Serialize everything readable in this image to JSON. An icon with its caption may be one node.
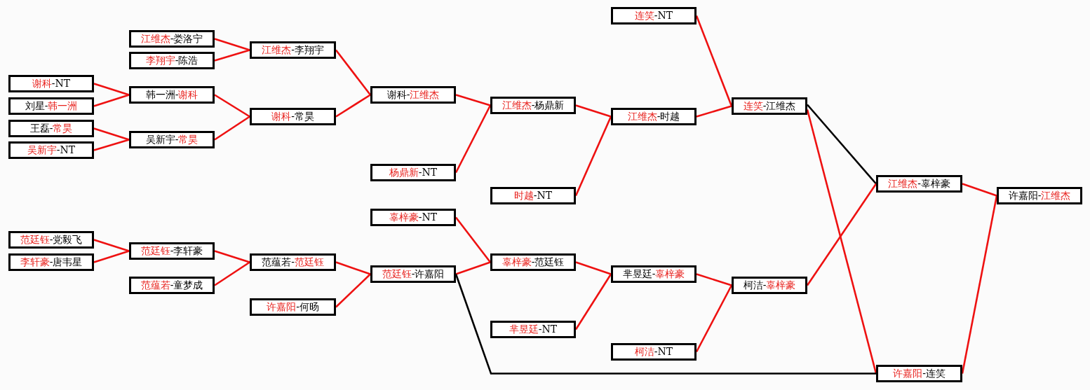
{
  "diagram": {
    "nodes": [
      {
        "text": [
          "**谢科**-NT"
        ]
      },
      {
        "text": [
          "刘星-**韩一洲**"
        ]
      },
      {
        "text": [
          "王磊-**常昊**"
        ]
      },
      {
        "text": [
          "**吴新宇**-NT"
        ]
      },
      {
        "text": [
          "**范廷钰**-党毅飞"
        ]
      },
      {
        "text": [
          "**李轩豪**-唐韦星"
        ]
      },
      {
        "text": [
          "**江维杰**-娄洛宁"
        ]
      },
      {
        "text": [
          "**李翔宇**-陈浩"
        ]
      },
      {
        "text": [
          "韩一洲-**谢科**"
        ]
      },
      {
        "text": [
          "吴新宇-**常昊**"
        ]
      },
      {
        "text": [
          "**范廷钰**-李轩豪"
        ]
      },
      {
        "text": [
          "**范蕴若**-童梦成"
        ]
      },
      {
        "text": [
          "**江维杰**-李翔宇"
        ]
      },
      {
        "text": [
          "**谢科**-常昊"
        ]
      },
      {
        "text": [
          "范蕴若-**范廷钰**"
        ]
      },
      {
        "text": [
          "**许嘉阳**-何旸"
        ]
      },
      {
        "text": [
          "谢科-**江维杰**"
        ]
      },
      {
        "text": [
          "**杨鼎新**-NT"
        ]
      },
      {
        "text": [
          "**辜梓豪**-NT"
        ]
      },
      {
        "text": [
          "**范廷钰**-许嘉阳"
        ]
      },
      {
        "text": [
          "**江维杰**-杨鼎新"
        ]
      },
      {
        "text": [
          "**时越**-NT"
        ]
      },
      {
        "text": [
          "**辜梓豪**-范廷钰"
        ]
      },
      {
        "text": [
          "**芈昱廷**-NT"
        ]
      },
      {
        "text": [
          "**连笑**-NT"
        ]
      },
      {
        "text": [
          "**江维杰**-时越"
        ]
      },
      {
        "text": [
          "芈昱廷-**辜梓豪**"
        ]
      },
      {
        "text": [
          "**柯洁**-NT"
        ]
      },
      {
        "text": [
          "**连笑**-江维杰"
        ]
      },
      {
        "text": [
          "柯洁-**辜梓豪**"
        ]
      },
      {
        "text": [
          "**江维杰**-辜梓豪"
        ]
      },
      {
        "text": [
          "**许嘉阳**-连笑"
        ]
      },
      {
        "text": [
          "许嘉阳-**江维杰**"
        ]
      }
    ],
    "edges": [
      {
        "from": 0,
        "to": 8,
        "arrow": "none"
      },
      {
        "from": 1,
        "to": 8,
        "arrow": "none"
      },
      {
        "from": 2,
        "to": 9,
        "arrow": "none"
      },
      {
        "from": 3,
        "to": 9,
        "arrow": "none"
      },
      {
        "from": 4,
        "to": 10,
        "arrow": "none"
      },
      {
        "from": 5,
        "to": 10,
        "arrow": "none"
      },
      {
        "from": 6,
        "to": 12,
        "arrow": "none"
      },
      {
        "from": 7,
        "to": 12,
        "arrow": "none"
      },
      {
        "from": 8,
        "to": 13,
        "arrow": "none"
      },
      {
        "from": 9,
        "to": 13,
        "arrow": "none"
      },
      {
        "from": 10,
        "to": 14,
        "arrow": "none"
      },
      {
        "from": 11,
        "to": 14,
        "arrow": "none"
      },
      {
        "from": 12,
        "to": 16,
        "arrow": "none"
      },
      {
        "from": 13,
        "to": 16,
        "arrow": "none"
      },
      {
        "from": 14,
        "to": 19,
        "arrow": "none"
      },
      {
        "from": 15,
        "to": 19,
        "arrow": "none"
      },
      {
        "from": 16,
        "to": 20,
        "arrow": "none"
      },
      {
        "from": 17,
        "to": 20,
        "arrow": "none"
      },
      {
        "from": 18,
        "to": 22,
        "arrow": "none"
      },
      {
        "from": 19,
        "to": 22,
        "arrow": "none"
      },
      {
        "from": 20,
        "to": 25,
        "arrow": "none"
      },
      {
        "from": 21,
        "to": 25,
        "arrow": "none"
      },
      {
        "from": 22,
        "to": 26,
        "arrow": "none"
      },
      {
        "from": 23,
        "to": 26,
        "arrow": "none"
      },
      {
        "from": 24,
        "to": 28,
        "arrow": "none"
      },
      {
        "from": 25,
        "to": 28,
        "arrow": "none"
      },
      {
        "from": 26,
        "to": 29,
        "arrow": "none"
      },
      {
        "from": 27,
        "to": 29,
        "arrow": "none"
      },
      {
        "from": 28,
        "to": 30,
        "arrow": "none",
        "color": "#000000"
      },
      {
        "from": 29,
        "to": 30,
        "arrow": "none"
      },
      {
        "from": 28,
        "to": 31,
        "arrow": "none"
      },
      {
        "from": 19,
        "to": 31,
        "arrow": "none",
        "color": "#000000"
      },
      {
        "from": 30,
        "to": 32,
        "arrow": "none"
      },
      {
        "from": 31,
        "to": 32,
        "arrow": "none"
      }
    ]
  }
}
